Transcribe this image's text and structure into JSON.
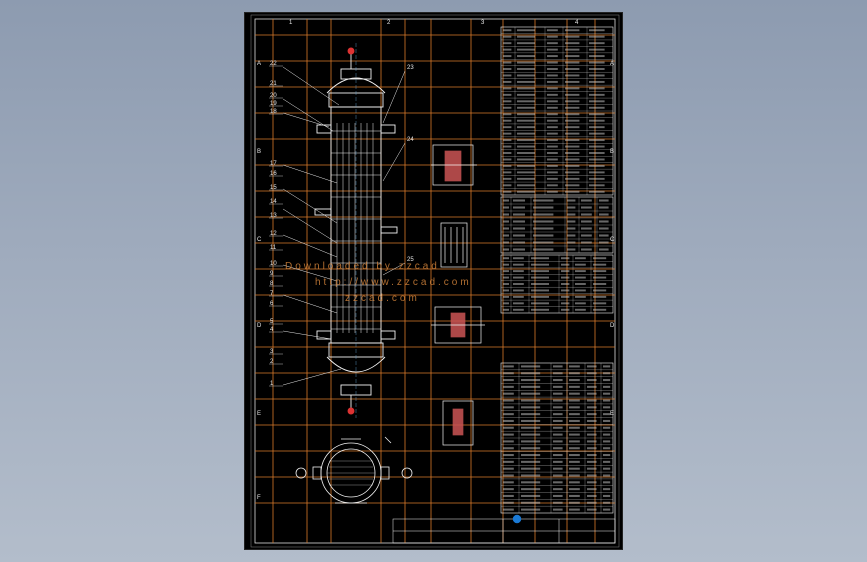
{
  "drawing": {
    "border_columns": [
      "1",
      "2",
      "3",
      "4"
    ],
    "border_rows_left": [
      "A",
      "B",
      "C",
      "D",
      "E",
      "F"
    ],
    "border_rows_right": [
      "A",
      "B",
      "C",
      "D",
      "E"
    ],
    "part_callouts_left": [
      "22",
      "21",
      "20",
      "19",
      "18",
      "17",
      "16",
      "15",
      "14",
      "13",
      "12",
      "11",
      "10",
      "9",
      "8",
      "7",
      "6",
      "5",
      "4",
      "3",
      "2",
      "1"
    ],
    "part_callouts_right": [
      "23",
      "24",
      "25"
    ],
    "watermark_lines": [
      "Downloaded by zzcad",
      "http://www.zzcad.com",
      "zzcad.com"
    ]
  },
  "colors": {
    "background_top": "#8d9bb0",
    "sheet": "#000000",
    "grid": "#d87a2a",
    "linework": "#f2f2f2",
    "watermark": "#d0823a"
  }
}
